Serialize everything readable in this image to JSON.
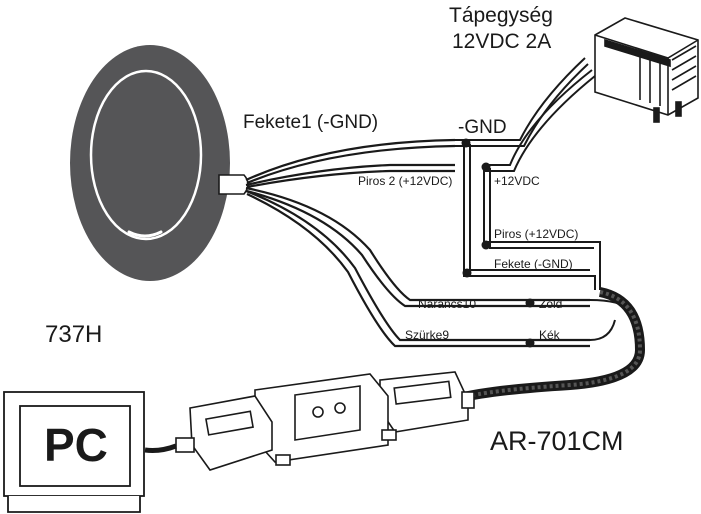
{
  "labels": {
    "power_supply_title": "Tápegység",
    "power_supply_spec": "12VDC 2A",
    "black1_wire": "Fekete1 (-GND)",
    "gnd_junction": "-GND",
    "red2_wire": "Piros 2 (+12VDC)",
    "plus12_junction": "+12VDC",
    "red_to_converter": "Piros (+12VDC)",
    "black_to_converter": "Fekete (-GND)",
    "orange_wire": "Narancs10",
    "green_pin": "Zöld",
    "grey_wire": "Szürke9",
    "blue_pin": "Kék",
    "reader_model": "737H",
    "converter_model": "AR-701CM",
    "pc_label": "PC"
  },
  "icons": {
    "reader": "proximity-reader-icon",
    "power": "power-adapter-icon",
    "converter": "db9-converter-icon",
    "pc": "computer-monitor-icon"
  },
  "colors": {
    "ink": "#1a1a1a",
    "reader_body": "#555557",
    "reader_ring": "#ffffff"
  }
}
